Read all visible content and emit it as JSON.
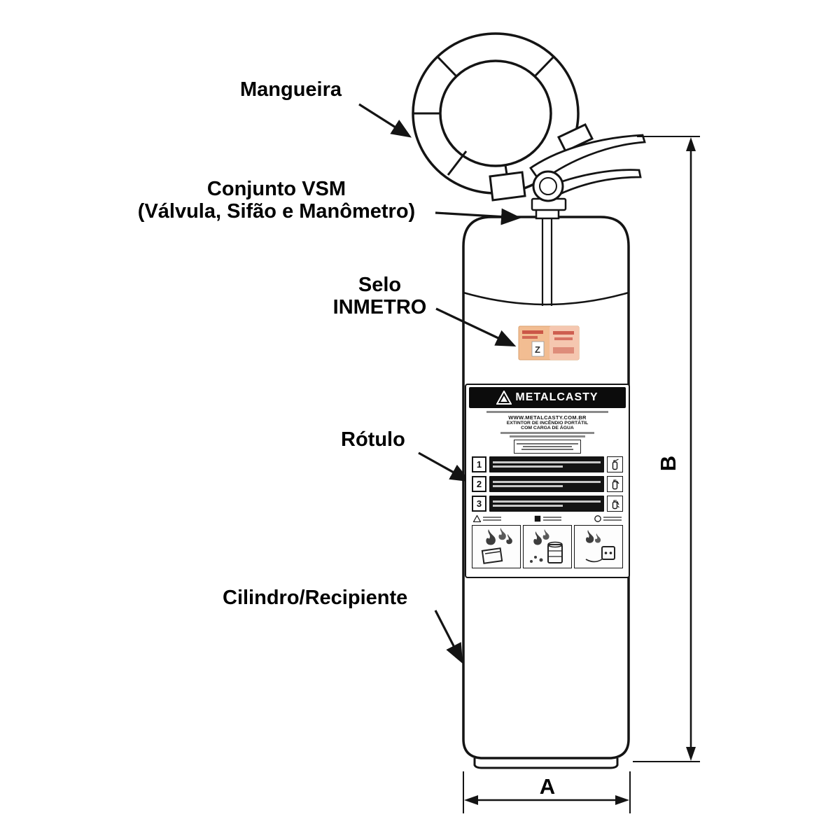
{
  "callouts": {
    "mangueira": "Mangueira",
    "conjunto_vsm_line1": "Conjunto VSM",
    "conjunto_vsm_line2": "(Válvula, Sifão e Manômetro)",
    "selo_line1": "Selo",
    "selo_line2": "INMETRO",
    "rotulo": "Rótulo",
    "cilindro": "Cilindro/Recipiente"
  },
  "dimensions": {
    "width": "A",
    "height": "B"
  },
  "product_label": {
    "brand": "METALCASTY",
    "website": "WWW.METALCASTY.COM.BR",
    "product_line1": "EXTINTOR DE INCÊNDIO PORTÁTIL",
    "product_line2": "COM CARGA DE ÁGUA",
    "step1": "1",
    "step2": "2",
    "step3": "3"
  },
  "inmetro_seal": {
    "mark": "Z"
  },
  "colors": {
    "line": "#141414",
    "seal_base": "#f2bd92",
    "seal_right": "#f5c7b0",
    "seal_marks": "#c4453a"
  }
}
